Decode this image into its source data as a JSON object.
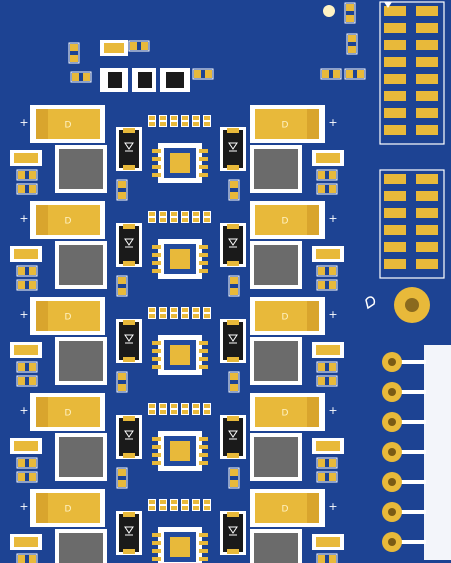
{
  "board": {
    "name": "PCB layout render",
    "background_color": "#1d4393",
    "pad_gold": "#e8b93a",
    "pad_cream": "#fff3c4",
    "silk_white": "#ffffff",
    "component_gray": "#6b6b6b",
    "chip_black": "#1a1a1a"
  },
  "channels": {
    "count": 5,
    "polarity_marks": [
      "+",
      "+",
      "+",
      "+",
      "+",
      "+",
      "+",
      "+",
      "+",
      "+"
    ],
    "capacitor_labels": [
      "D",
      "D",
      "D",
      "D",
      "D",
      "D",
      "D",
      "D",
      "D",
      "D"
    ]
  },
  "right_side": {
    "connector_pins": 7,
    "mounting_hole": "round-gold-pad-icon"
  },
  "icons": {
    "diode": "diode-icon",
    "fiducial": "fiducial-icon",
    "chip": "qfn-chip-icon"
  }
}
